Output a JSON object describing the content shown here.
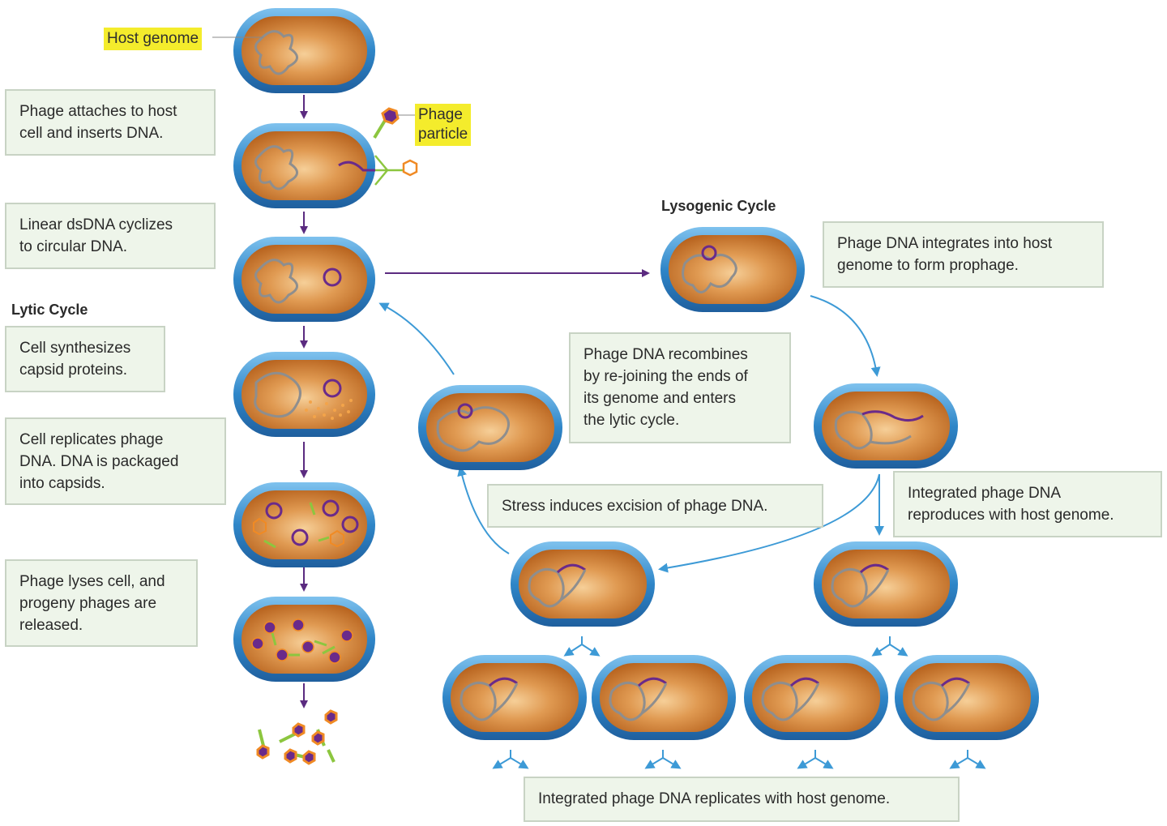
{
  "labels": {
    "host_genome": "Host genome",
    "phage_particle": "Phage\nparticle",
    "lytic_cycle": "Lytic Cycle",
    "lysogenic_cycle": "Lysogenic Cycle"
  },
  "steps": {
    "attach": "Phage attaches to host\ncell and inserts DNA.",
    "cyclize": "Linear dsDNA cyclizes\nto circular DNA.",
    "synthesize": "Cell synthesizes\ncapsid proteins.",
    "replicate": "Cell replicates phage\nDNA. DNA is packaged\ninto capsids.",
    "lyse": "Phage lyses cell, and\nprogeny phages are\nreleased.",
    "integrate": "Phage DNA integrates into host\ngenome to form prophage.",
    "recombine": "Phage DNA recombines\nby re-joining the ends of\nits genome and enters\nthe lytic cycle.",
    "stress": "Stress induces excision of phage DNA.",
    "reproduces": "Integrated phage DNA\nreproduces with host genome.",
    "replicates_bottom": "Integrated phage DNA replicates with host genome."
  },
  "colors": {
    "cell_fill": "#cd7a30",
    "cell_highlight": "#f2c58a",
    "membrane": "#2f86c8",
    "membrane_light": "#7fc2ee",
    "host_dna": "#8e8e8e",
    "phage_dna": "#6a2a8a",
    "phage_tail": "#8cc63f",
    "phage_head": "#f08a24",
    "lytic_arrow": "#5b2b80",
    "lysogenic_arrow": "#3d9ad6",
    "box_fill": "#eef5ea",
    "highlight": "#f4ec2c"
  }
}
